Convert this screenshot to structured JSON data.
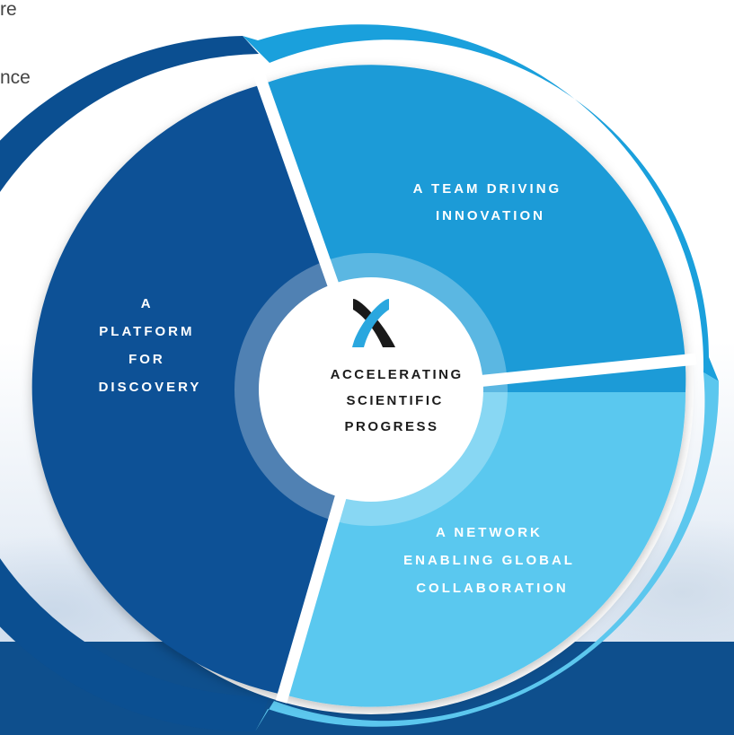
{
  "background_text": {
    "line1": "re",
    "line2": "nce"
  },
  "center": {
    "logo_icon": "x-helix-logo-icon",
    "lines": [
      "ACCELERATING",
      "SCIENTIFIC",
      "PROGRESS"
    ]
  },
  "segments": [
    {
      "id": "team",
      "lines": [
        "A TEAM DRIVING",
        "INNOVATION"
      ],
      "color": "#1c9bd7"
    },
    {
      "id": "network",
      "lines": [
        "A NETWORK",
        "ENABLING GLOBAL",
        "COLLABORATION"
      ],
      "color": "#5ac8ef"
    },
    {
      "id": "platform",
      "lines": [
        "A",
        "PLATFORM",
        "FOR",
        "DISCOVERY"
      ],
      "color": "#0b5196"
    }
  ],
  "colors": {
    "outer_dark": "#0b4f91",
    "outer_mid": "#1aa0dc",
    "outer_light": "#5cc7ee",
    "band": "#0e4f8d"
  }
}
